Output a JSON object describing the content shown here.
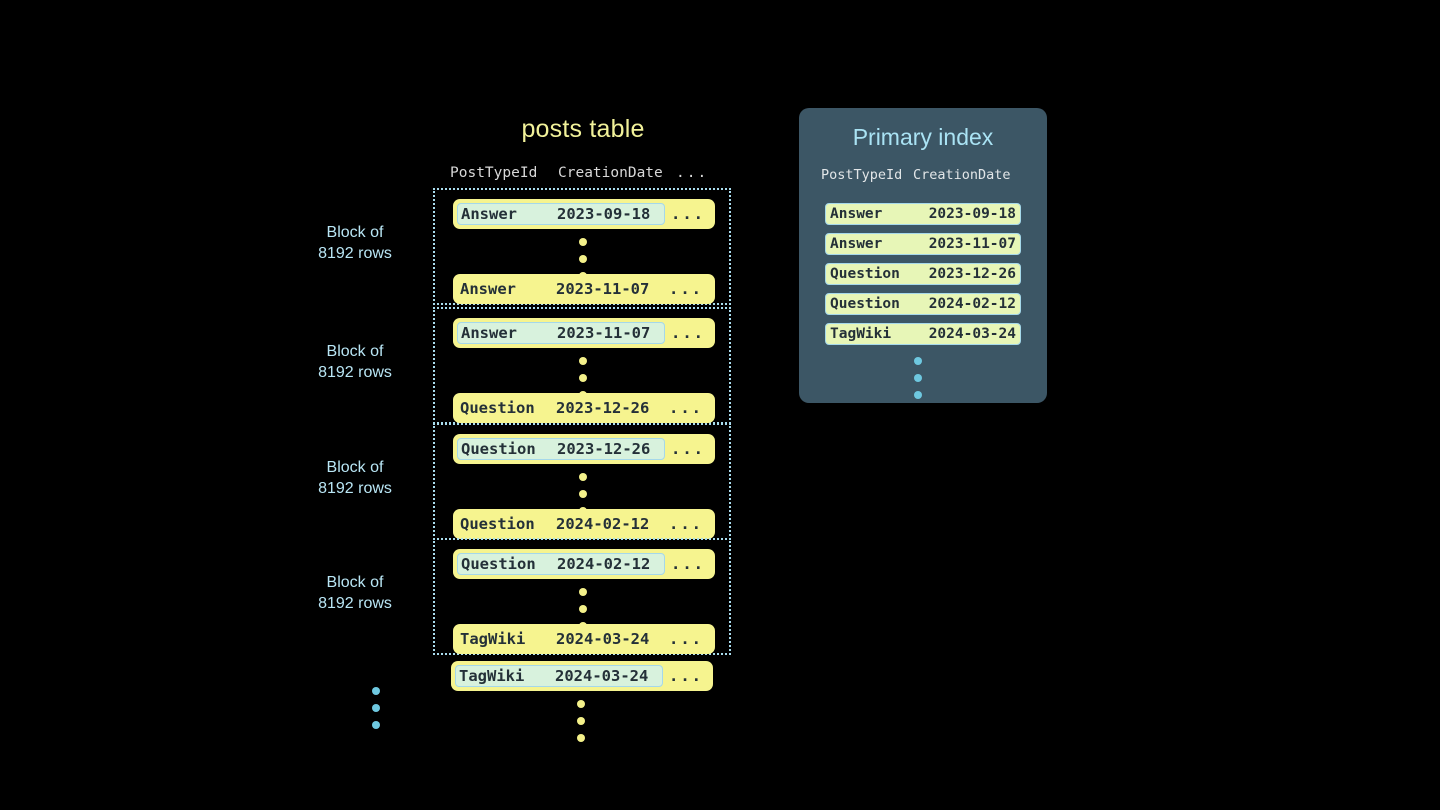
{
  "posts_table": {
    "title": "posts table",
    "columns": [
      "PostTypeId",
      "CreationDate",
      "..."
    ],
    "ellipsis_cell": "...",
    "blocks": [
      {
        "label_line1": "Block of",
        "label_line2": "8192 rows",
        "first_row": {
          "post_type_id": "Answer",
          "creation_date": "2023-09-18",
          "is_key": true
        },
        "last_row": {
          "post_type_id": "Answer",
          "creation_date": "2023-11-07",
          "is_key": false
        }
      },
      {
        "label_line1": "Block of",
        "label_line2": "8192 rows",
        "first_row": {
          "post_type_id": "Answer",
          "creation_date": "2023-11-07",
          "is_key": true
        },
        "last_row": {
          "post_type_id": "Question",
          "creation_date": "2023-12-26",
          "is_key": false
        }
      },
      {
        "label_line1": "Block of",
        "label_line2": "8192 rows",
        "first_row": {
          "post_type_id": "Question",
          "creation_date": "2023-12-26",
          "is_key": true
        },
        "last_row": {
          "post_type_id": "Question",
          "creation_date": "2024-02-12",
          "is_key": false
        }
      },
      {
        "label_line1": "Block of",
        "label_line2": "8192 rows",
        "first_row": {
          "post_type_id": "Question",
          "creation_date": "2024-02-12",
          "is_key": true
        },
        "last_row": {
          "post_type_id": "TagWiki",
          "creation_date": "2024-03-24",
          "is_key": false
        }
      }
    ],
    "trailing_row": {
      "post_type_id": "TagWiki",
      "creation_date": "2024-03-24",
      "is_key": true
    }
  },
  "primary_index": {
    "title": "Primary index",
    "columns": [
      "PostTypeId",
      "CreationDate"
    ],
    "rows": [
      {
        "post_type_id": "Answer",
        "creation_date": "2023-09-18"
      },
      {
        "post_type_id": "Answer",
        "creation_date": "2023-11-07"
      },
      {
        "post_type_id": "Question",
        "creation_date": "2023-12-26"
      },
      {
        "post_type_id": "Question",
        "creation_date": "2024-02-12"
      },
      {
        "post_type_id": "TagWiki",
        "creation_date": "2024-03-24"
      }
    ]
  },
  "colors": {
    "background": "#000000",
    "row_yellow": "#f6f48f",
    "key_mint": "#d8f2dd",
    "key_border": "#a5d8ea",
    "dotted_border": "#a9dced",
    "title_yellow": "#f2f29a",
    "panel_bg": "#3c5665",
    "panel_title": "#aae3f4",
    "index_row": "#e7f6b7",
    "dot_yellow": "#f4f18a",
    "dot_blue": "#6ec8e0",
    "label_blue": "#b9e6f5",
    "text_dark": "#243038"
  }
}
